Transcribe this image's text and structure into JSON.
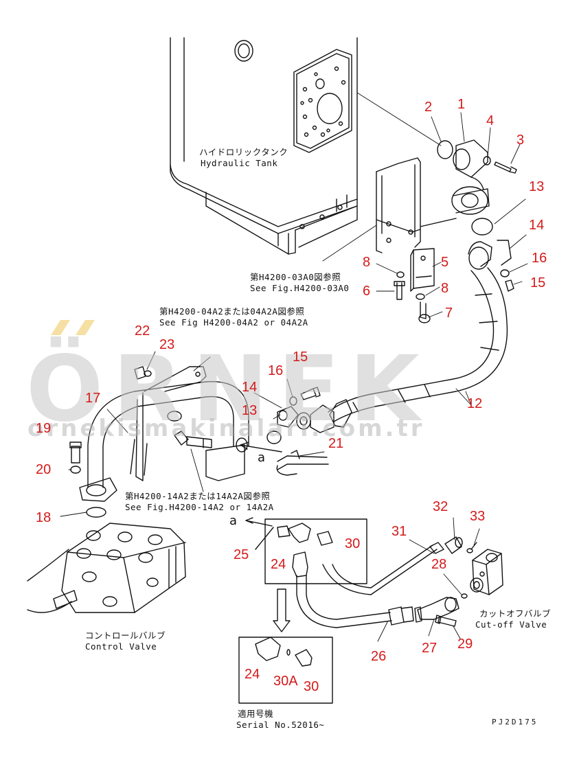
{
  "labels": {
    "tank_jp": "ハイドロリックタンク",
    "tank_en": "Hydraulic Tank",
    "ref_03a0_jp": "第H4200-03A0図参照",
    "ref_03a0_en": "See Fig.H4200-03A0",
    "ref_04a2_jp": "第H4200-04A2または04A2A図参照",
    "ref_04a2_en": "See Fig H4200-04A2 or 04A2A",
    "ref_14a2_jp": "第H4200-14A2または14A2A図参照",
    "ref_14a2_en": "See Fig.H4200-14A2 or 14A2A",
    "control_valve_jp": "コントロールバルブ",
    "control_valve_en": "Control Valve",
    "cutoff_valve_jp": "カットオフバルブ",
    "cutoff_valve_en": "Cut-off Valve",
    "serial_jp": "適用号機",
    "serial_en": "Serial No.52016~",
    "callout_a1": "a",
    "callout_a2": "a",
    "drawing_code": "PJ2D175"
  },
  "part_numbers": {
    "p1": "1",
    "p2": "2",
    "p3": "3",
    "p4": "4",
    "p5": "5",
    "p6": "6",
    "p7": "7",
    "p8a": "8",
    "p8b": "8",
    "p12": "12",
    "p13a": "13",
    "p13b": "13",
    "p14a": "14",
    "p14b": "14",
    "p15a": "15",
    "p15b": "15",
    "p16a": "16",
    "p16b": "16",
    "p17": "17",
    "p18": "18",
    "p19": "19",
    "p20": "20",
    "p21": "21",
    "p22": "22",
    "p23": "23",
    "p24a": "24",
    "p24b": "24",
    "p25": "25",
    "p26": "26",
    "p27": "27",
    "p28": "28",
    "p29": "29",
    "p30a": "30",
    "p30b": "30",
    "p30A": "30A",
    "p31": "31",
    "p32": "32",
    "p33": "33"
  },
  "watermark": {
    "main": "ÖRNEK",
    "url": "ornekismakinalari.com.tr"
  },
  "colors": {
    "part_number": "#d41a1a",
    "line": "#111111",
    "watermark": "#c8c8c8",
    "watermark_dots": "#f2d27a"
  }
}
